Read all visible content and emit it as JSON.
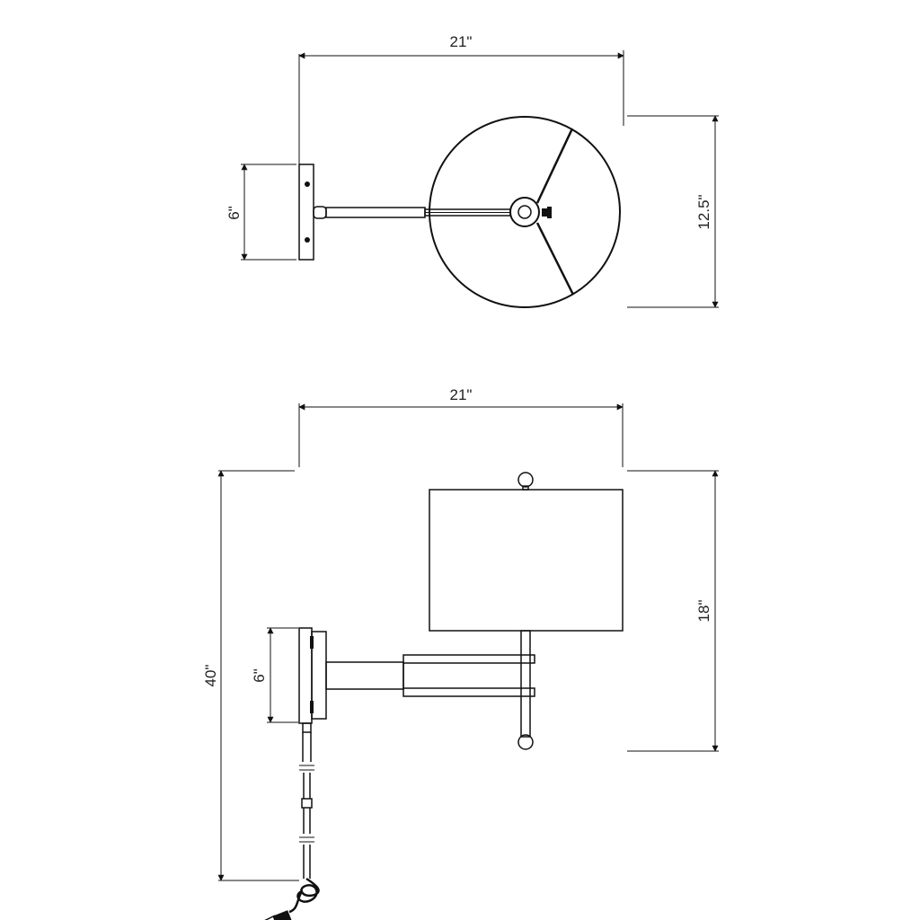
{
  "top_view": {
    "width_label": "21\"",
    "shade_diameter_label": "12.5\"",
    "backplate_label": "6\""
  },
  "side_view": {
    "width_label": "21\"",
    "overall_height_label": "40\"",
    "shade_height_label": "18\"",
    "backplate_label": "6\""
  },
  "colors": {
    "line": "#111111",
    "background": "#ffffff"
  }
}
